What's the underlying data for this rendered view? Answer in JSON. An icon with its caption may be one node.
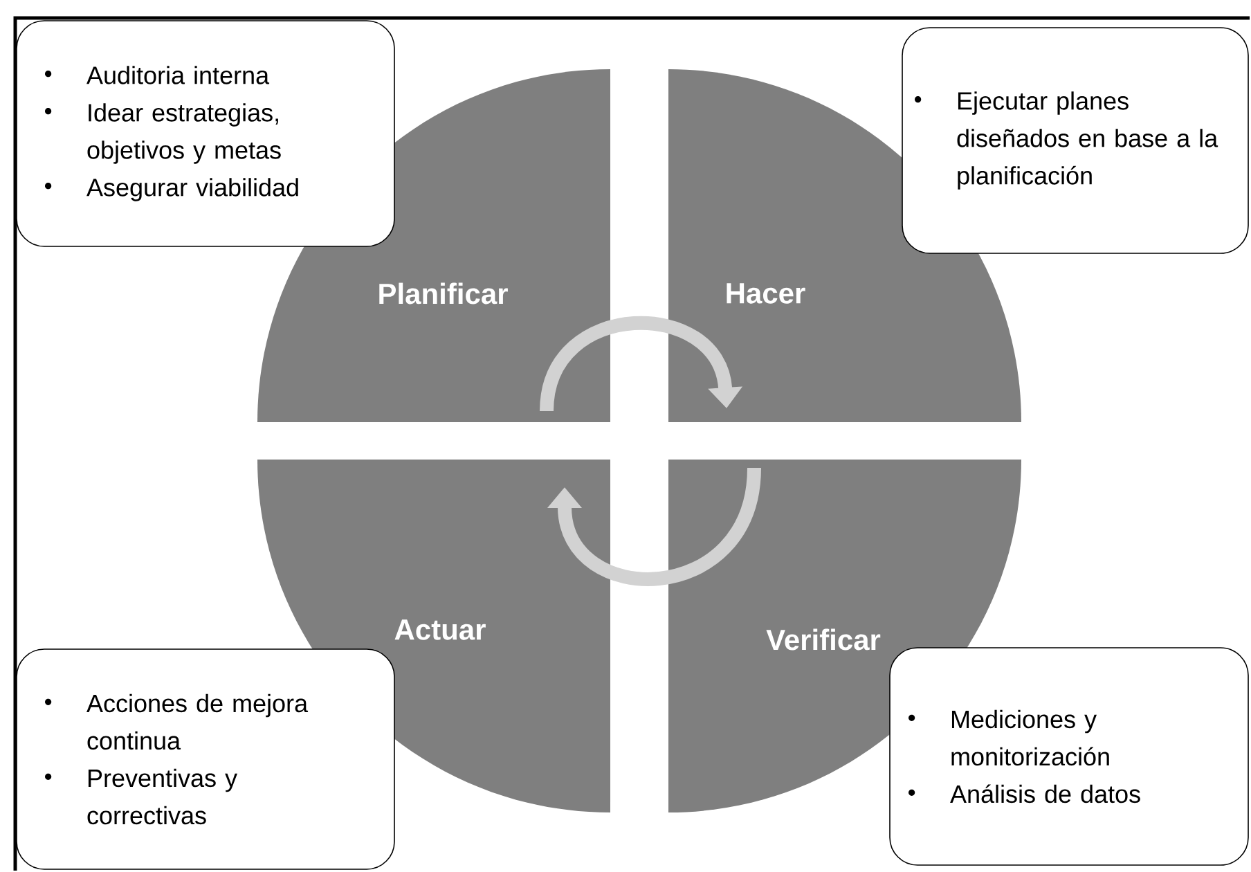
{
  "diagram": {
    "nodes": [
      {
        "text": [
          "Auditoria interna",
          "Idear estrategias, objetivos y metas",
          "Asegurar viabilidad"
        ]
      },
      {
        "text": [
          "Ejecutar planes diseñados en base a la planificación"
        ]
      },
      {
        "text": [
          "Planificar"
        ]
      },
      {
        "text": [
          "Hacer"
        ]
      },
      {
        "text": [
          "Actuar"
        ]
      },
      {
        "text": [
          "Verificar"
        ]
      },
      {
        "text": [
          "Acciones de mejora continua",
          "Preventivas y correctivas"
        ]
      },
      {
        "text": [
          "Mediciones y monitorización",
          "Análisis de datos"
        ]
      }
    ],
    "edges": [
      {
        "from": 2,
        "to": 3,
        "arrow": "to"
      },
      {
        "from": 5,
        "to": 4,
        "arrow": "to"
      }
    ]
  }
}
